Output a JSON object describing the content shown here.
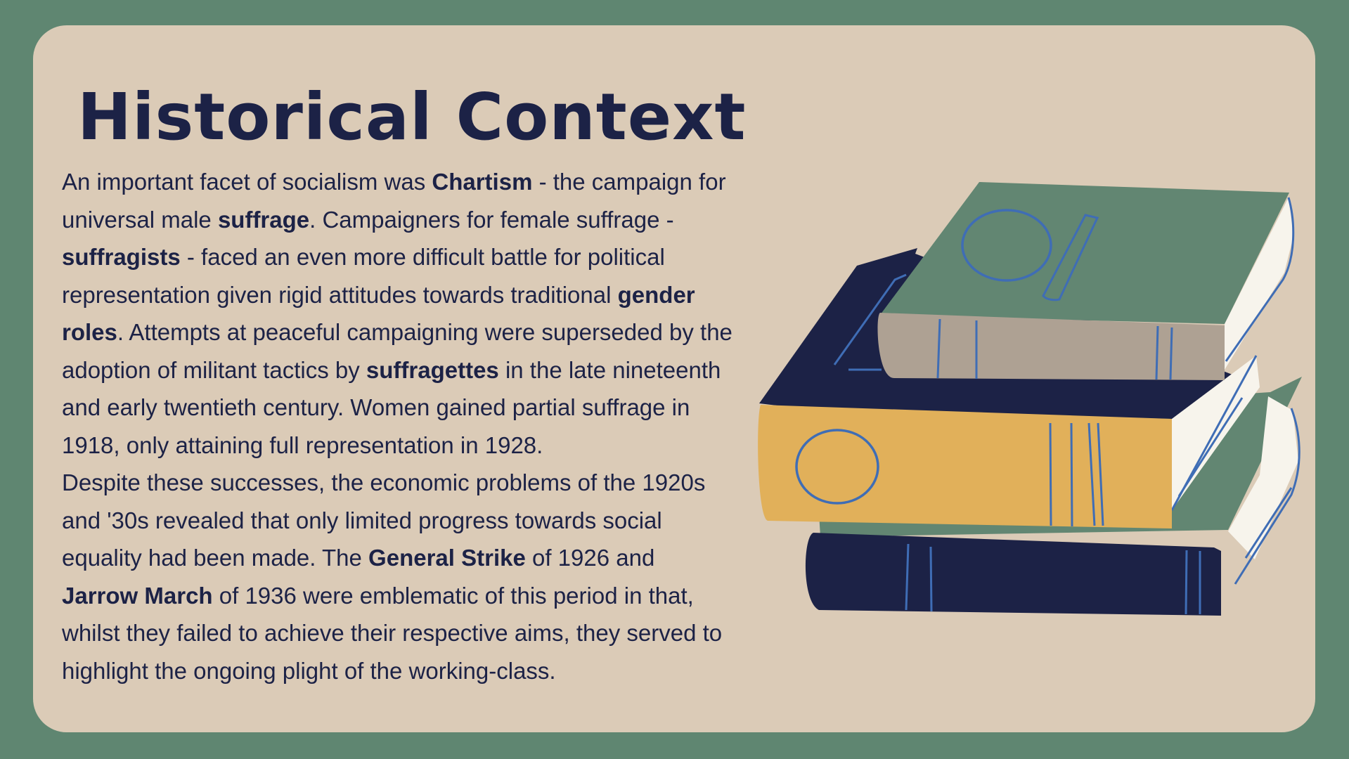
{
  "slide": {
    "title": "Historical Context",
    "paragraph1": [
      {
        "text": "An important facet of socialism was ",
        "bold": false
      },
      {
        "text": "Chartism",
        "bold": true
      },
      {
        "text": " - the campaign for universal male ",
        "bold": false
      },
      {
        "text": "suffrage",
        "bold": true
      },
      {
        "text": ". Campaigners for female suffrage - ",
        "bold": false
      },
      {
        "text": "suffragists",
        "bold": true
      },
      {
        "text": " - faced an even more difficult battle for political representation given rigid attitudes towards traditional ",
        "bold": false
      },
      {
        "text": "gender roles",
        "bold": true
      },
      {
        "text": ". Attempts at peaceful campaigning were superseded by the adoption of militant tactics by ",
        "bold": false
      },
      {
        "text": "suffragettes",
        "bold": true
      },
      {
        "text": " in the late nineteenth and early twentieth century. Women gained partial suffrage in 1918, only attaining full representation in 1928.",
        "bold": false
      }
    ],
    "paragraph2": [
      {
        "text": "Despite these successes, the economic problems of the 1920s and '30s revealed that only limited progress towards social equality had been made. The ",
        "bold": false
      },
      {
        "text": "General Strike",
        "bold": true
      },
      {
        "text": " of 1926 and ",
        "bold": false
      },
      {
        "text": "Jarrow March",
        "bold": true
      },
      {
        "text": " of 1936 were emblematic of this period in that, whilst they failed to achieve their respective aims, they served to highlight the ongoing plight of the working-class.",
        "bold": false
      }
    ]
  },
  "colors": {
    "frame": "#5f8671",
    "card": "#dbcbb7",
    "navy": "#1c2246",
    "green": "#628672",
    "mustard": "#e1b05a",
    "taupe": "#aea193",
    "paper": "#f7f4ec",
    "line_blue": "#3f6db5"
  },
  "illustration": {
    "icon": "stack-of-books-icon"
  }
}
